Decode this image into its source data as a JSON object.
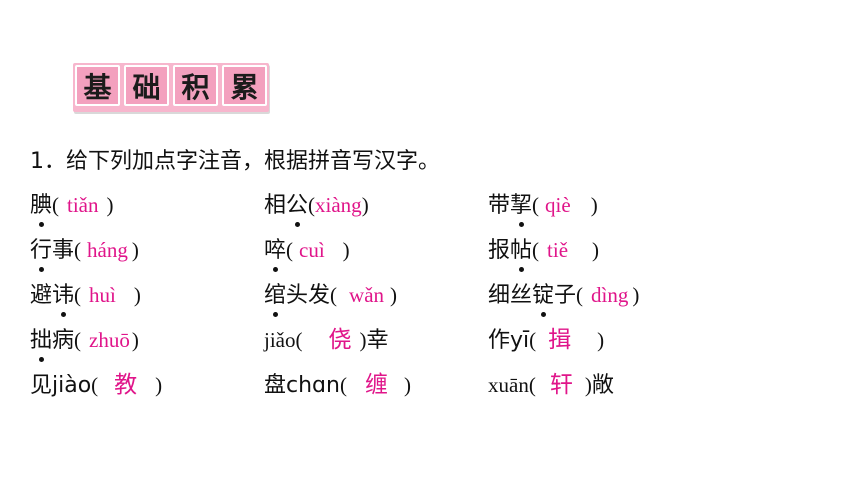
{
  "section_title": [
    "基",
    "础",
    "积",
    "累"
  ],
  "question": "1．给下列加点字注音，根据拼音写汉字。",
  "rows": [
    [
      {
        "pre": "",
        "dot": "腆",
        "post": "",
        "open": "(",
        "ans": "tiǎn",
        "close": ")",
        "tail": ""
      },
      {
        "pre": "相",
        "dot": "公",
        "post": "",
        "open": "(",
        "ans": "xiàng",
        "close": ")",
        "tail": ""
      },
      {
        "pre": "带",
        "dot": "挈",
        "post": "",
        "open": "(",
        "ans": "qiè",
        "close": ")",
        "tail": ""
      }
    ],
    [
      {
        "pre": "",
        "dot": "行",
        "post": "事",
        "open": "(",
        "ans": "háng",
        "close": ")",
        "tail": ""
      },
      {
        "pre": "",
        "dot": "啐",
        "post": "",
        "open": "(",
        "ans": "cuì",
        "close": ")",
        "tail": ""
      },
      {
        "pre": "报",
        "dot": "帖",
        "post": "",
        "open": "(",
        "ans": "tiě",
        "close": ")",
        "tail": ""
      }
    ],
    [
      {
        "pre": "避",
        "dot": "讳",
        "post": "",
        "open": "(",
        "ans": "huì",
        "close": ")",
        "tail": ""
      },
      {
        "pre": "",
        "dot": "绾",
        "post": "头发",
        "open": "(",
        "ans": "wǎn",
        "close": ")",
        "tail": ""
      },
      {
        "pre": "细丝",
        "dot": "锭",
        "post": "子",
        "open": "(",
        "ans": "dìng",
        "close": ")",
        "tail": ""
      }
    ],
    [
      {
        "pre": "",
        "dot": "拙",
        "post": "病",
        "open": "(",
        "ans": "zhuō",
        "close": ")",
        "tail": ""
      },
      {
        "pre": "jiǎo",
        "dot": "",
        "post": "",
        "open": "(",
        "ans": "侥",
        "close": ")",
        "tail": "幸"
      },
      {
        "pre": "作yī",
        "dot": "",
        "post": "",
        "open": "(",
        "ans": "揖",
        "close": ")",
        "tail": ""
      }
    ],
    [
      {
        "pre": "见jiào",
        "dot": "",
        "post": "",
        "open": "(",
        "ans": "教",
        "close": ")",
        "tail": ""
      },
      {
        "pre": "盘chɑn",
        "dot": "",
        "post": "",
        "open": "(",
        "ans": "缠",
        "close": ")",
        "tail": ""
      },
      {
        "pre": "xuān",
        "dot": "",
        "post": "",
        "open": "(",
        "ans": "轩",
        "close": ")",
        "tail": "敞"
      }
    ]
  ]
}
